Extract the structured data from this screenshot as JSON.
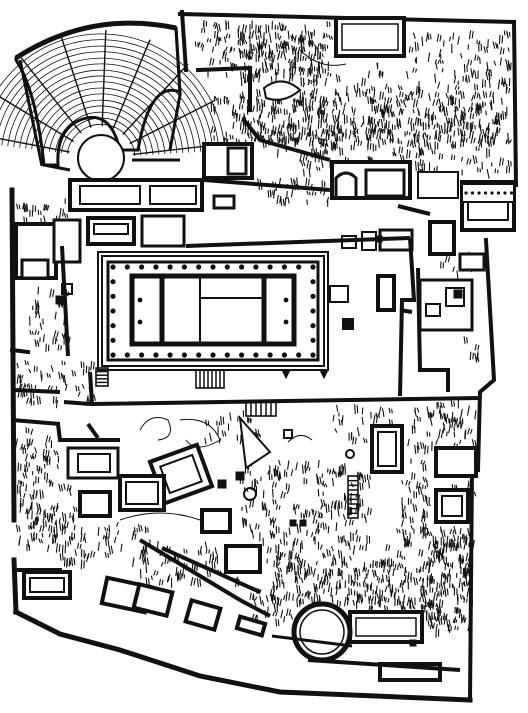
{
  "map": {
    "style": "black-and-white archaeological site plan",
    "ink_color": "#111111",
    "paper_color": "#ffffff",
    "features": [
      "theatre",
      "temple",
      "colonnade-stoa",
      "rotunda",
      "enclosure-walls",
      "building-foundations",
      "hillside-hatching",
      "stairways",
      "monuments",
      "paths"
    ]
  }
}
